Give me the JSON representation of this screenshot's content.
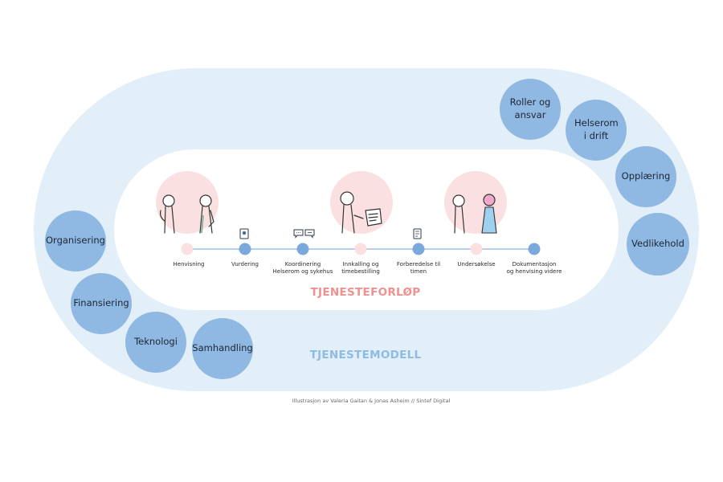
{
  "colors": {
    "outer_band": "#e2eff8",
    "inner_track": "#ffffff",
    "model_circle": "#8fb8e3",
    "step_pink": "#fbe0e2",
    "step_blue": "#7aa7dc",
    "line": "#9cc0e4",
    "forlop_title": "#ef9190",
    "modell_title": "#8dbbe4"
  },
  "model_circles": [
    {
      "label": "Roller og ansvar"
    },
    {
      "label": "Helserom i drift"
    },
    {
      "label": "Opplæring"
    },
    {
      "label": "Vedlikehold"
    },
    {
      "label": "Organisering"
    },
    {
      "label": "Finansiering"
    },
    {
      "label": "Teknologi"
    },
    {
      "label": "Samhandling"
    }
  ],
  "steps": [
    {
      "label": "Henvisning",
      "label2": "",
      "style": "pink",
      "icon": ""
    },
    {
      "label": "Vurdering",
      "label2": "",
      "style": "blue",
      "icon": "medical-document-icon"
    },
    {
      "label": "Koordinering",
      "label2": "Helserom og sykehus",
      "style": "blue",
      "icon": "chat-bubbles-icon"
    },
    {
      "label": "Innkalling og",
      "label2": "timebestilling",
      "style": "pink",
      "icon": ""
    },
    {
      "label": "Forberedelse til",
      "label2": "timen",
      "style": "blue",
      "icon": "checklist-icon"
    },
    {
      "label": "Undersøkelse",
      "label2": "",
      "style": "pink",
      "icon": ""
    },
    {
      "label": "Dokumentasjon",
      "label2": "og henvising videre",
      "style": "blue",
      "icon": ""
    }
  ],
  "illustrations": [
    {
      "name": "patient-and-doctor-illustration"
    },
    {
      "name": "patient-with-letter-illustration"
    },
    {
      "name": "patient-and-nurse-illustration"
    }
  ],
  "titles": {
    "forlop": "TJENESTEFORLØP",
    "modell": "TJENESTEMODELL"
  },
  "credit": "Illustrasjon av Valeria Gaitan & Jonas Asheim // Sintef Digital"
}
